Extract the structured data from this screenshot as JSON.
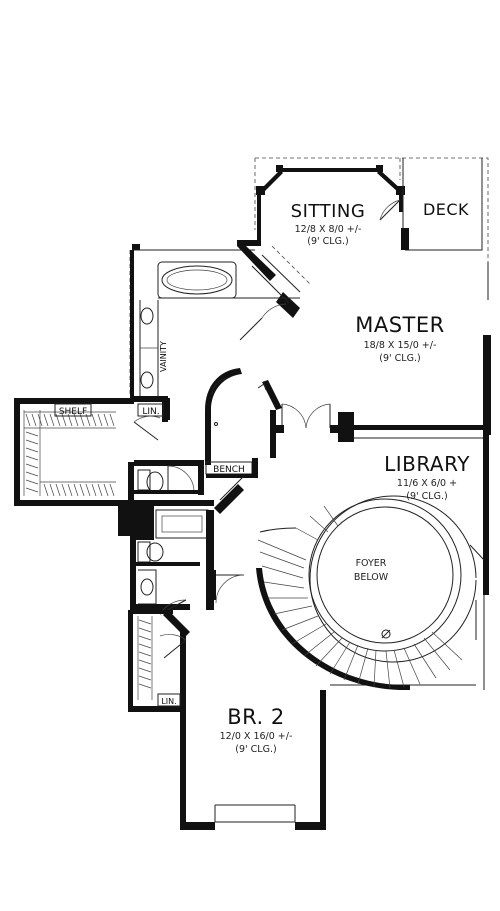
{
  "rooms": {
    "sitting": {
      "name": "SITTING",
      "dims": "12/8 X 8/0 +/-",
      "clg": "(9' CLG.)"
    },
    "deck": {
      "name": "DECK"
    },
    "master": {
      "name": "MASTER",
      "dims": "18/8 X 15/0 +/-",
      "clg": "(9' CLG.)"
    },
    "library": {
      "name": "LIBRARY",
      "dims": "11/6 X 6/0 +",
      "clg": "(9' CLG.)"
    },
    "foyer": {
      "line1": "FOYER",
      "line2": "BELOW"
    },
    "br2": {
      "name": "BR. 2",
      "dims": "12/0 X 16/0 +/-",
      "clg": "(9' CLG.)"
    }
  },
  "labels": {
    "vanity": "VAINITY",
    "shelf": "SHELF",
    "lin_upper": "LIN.",
    "bench": "BENCH",
    "lin_lower": "LIN."
  }
}
